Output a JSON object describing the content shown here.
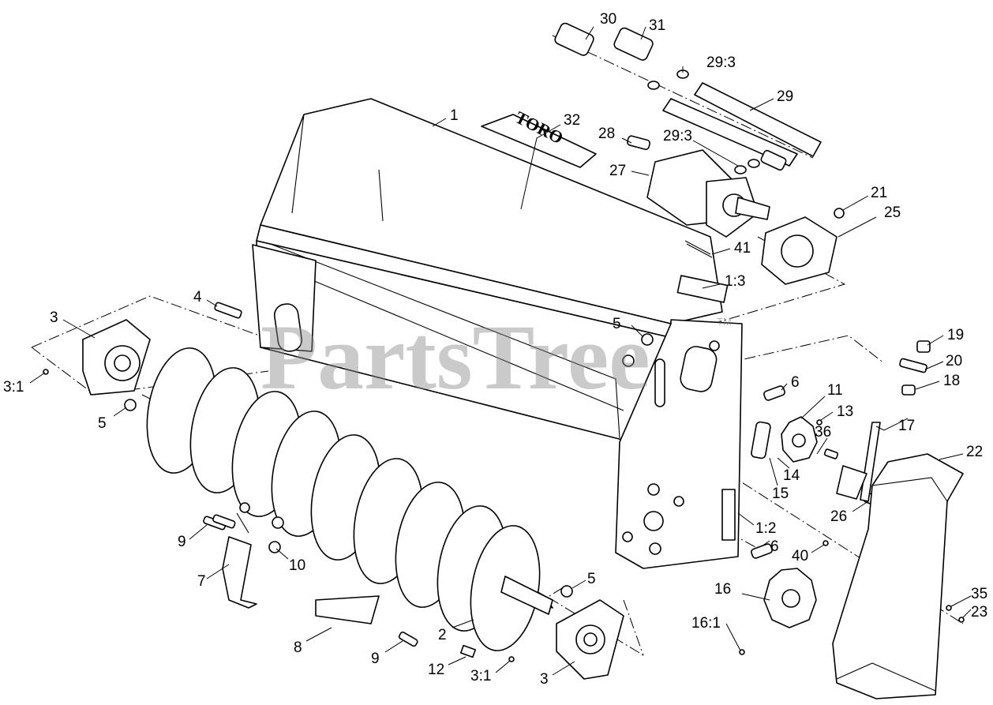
{
  "watermark": {
    "text": "PartsTree",
    "trademark": "TM"
  },
  "decal_logo": "TORO",
  "callouts": [
    {
      "id": "c30",
      "text": "30"
    },
    {
      "id": "c31",
      "text": "31"
    },
    {
      "id": "c29-3a",
      "text": "29:3"
    },
    {
      "id": "c29",
      "text": "29"
    },
    {
      "id": "c1",
      "text": "1"
    },
    {
      "id": "c32",
      "text": "32"
    },
    {
      "id": "c28",
      "text": "28"
    },
    {
      "id": "c29-3b",
      "text": "29:3"
    },
    {
      "id": "c27",
      "text": "27"
    },
    {
      "id": "c21",
      "text": "21"
    },
    {
      "id": "c25",
      "text": "25"
    },
    {
      "id": "c41",
      "text": "41"
    },
    {
      "id": "c1-3",
      "text": "1:3"
    },
    {
      "id": "c4",
      "text": "4"
    },
    {
      "id": "c3a",
      "text": "3"
    },
    {
      "id": "c5a",
      "text": "5"
    },
    {
      "id": "c19",
      "text": "19"
    },
    {
      "id": "c20",
      "text": "20"
    },
    {
      "id": "c18",
      "text": "18"
    },
    {
      "id": "c3-1a",
      "text": "3:1"
    },
    {
      "id": "c6a",
      "text": "6"
    },
    {
      "id": "c11",
      "text": "11"
    },
    {
      "id": "c5b",
      "text": "5"
    },
    {
      "id": "c13",
      "text": "13"
    },
    {
      "id": "c17",
      "text": "17"
    },
    {
      "id": "c36",
      "text": "36"
    },
    {
      "id": "c22",
      "text": "22"
    },
    {
      "id": "c14",
      "text": "14"
    },
    {
      "id": "c15",
      "text": "15"
    },
    {
      "id": "c26",
      "text": "26"
    },
    {
      "id": "c1-2",
      "text": "1:2"
    },
    {
      "id": "c9a",
      "text": "9"
    },
    {
      "id": "c10",
      "text": "10"
    },
    {
      "id": "c6b",
      "text": "6"
    },
    {
      "id": "c40",
      "text": "40"
    },
    {
      "id": "c7",
      "text": "7"
    },
    {
      "id": "c5c",
      "text": "5"
    },
    {
      "id": "c16",
      "text": "16"
    },
    {
      "id": "c35",
      "text": "35"
    },
    {
      "id": "c23",
      "text": "23"
    },
    {
      "id": "c16-1",
      "text": "16:1"
    },
    {
      "id": "c2",
      "text": "2"
    },
    {
      "id": "c8",
      "text": "8"
    },
    {
      "id": "c9b",
      "text": "9"
    },
    {
      "id": "c12",
      "text": "12"
    },
    {
      "id": "c3-1b",
      "text": "3:1"
    },
    {
      "id": "c3b",
      "text": "3"
    }
  ]
}
